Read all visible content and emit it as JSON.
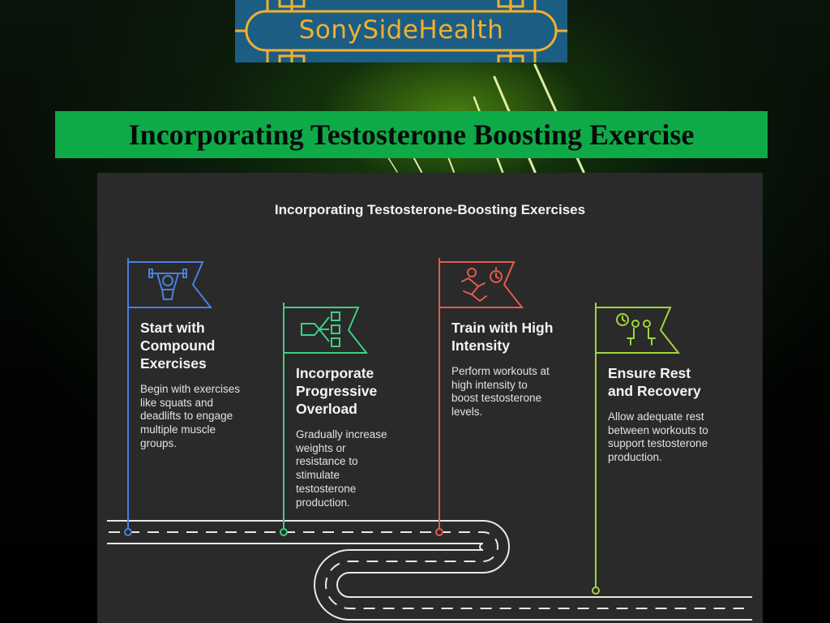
{
  "logo": {
    "text": "SonySideHealth"
  },
  "header": {
    "title": "Incorporating Testosterone Boosting Exercise"
  },
  "panel": {
    "title": "Incorporating Testosterone-Boosting Exercises",
    "steps": [
      {
        "title": "Start with\nCompound\nExercises",
        "description": "Begin with exercises\nlike squats and\ndeadlifts to engage\nmultiple muscle\ngroups.",
        "icon": "weightlifter-icon",
        "color": "#4a7fe0"
      },
      {
        "title": "Incorporate\nProgressive\nOverload",
        "description": "Gradually increase\nweights or\nresistance to\nstimulate\ntestosterone\nproduction.",
        "icon": "progression-icon",
        "color": "#3ecf86"
      },
      {
        "title": "Train with High\nIntensity",
        "description": "Perform workouts at\nhigh intensity to\nboost testosterone\nlevels.",
        "icon": "sprinter-stopwatch-icon",
        "color": "#e55a50"
      },
      {
        "title": "Ensure Rest\nand Recovery",
        "description": "Allow adequate rest\nbetween workouts to\nsupport testosterone\nproduction.",
        "icon": "rest-clock-icon",
        "color": "#9fd63b"
      }
    ]
  },
  "colors": {
    "title_bar": "#0faa48",
    "logo_background": "#1c5d84",
    "logo_text": "#f1b02f",
    "panel_background": "#2a2a2a"
  }
}
